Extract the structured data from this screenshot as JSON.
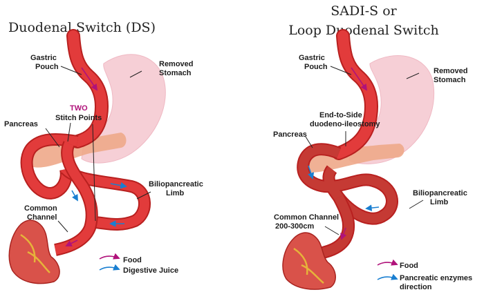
{
  "colors": {
    "intestine": "#e23b3b",
    "intestine_dark": "#b8201f",
    "removed_stomach": "#f6cfd6",
    "pancreas": "#eea889",
    "colon": "#d9524a",
    "food_arrow": "#b0127a",
    "juice_arrow": "#1a7fd1"
  },
  "left": {
    "title": "Duodenal Switch (DS)",
    "gastric_pouch": [
      "Gastric",
      "Pouch"
    ],
    "removed_stomach": [
      "Removed",
      "Stomach"
    ],
    "two": "TWO",
    "stitch_points": "Stitch Points",
    "pancreas": "Pancreas",
    "biliopancreatic_limb": [
      "Biliopancreatic",
      "Limb"
    ],
    "common_channel": [
      "Common",
      "Channel"
    ],
    "legend": {
      "food": "Food",
      "juice": "Digestive Juice"
    }
  },
  "right": {
    "title": [
      "SADI-S or",
      "Loop Duodenal Switch"
    ],
    "gastric_pouch": [
      "Gastric",
      "Pouch"
    ],
    "removed_stomach": [
      "Removed",
      "Stomach"
    ],
    "end_to_side": [
      "End-to-Side",
      "duodeno-ileostomy"
    ],
    "pancreas": "Pancreas",
    "biliopancreatic_limb": [
      "Biliopancreatic",
      "Limb"
    ],
    "common_channel": [
      "Common Channel",
      "200-300cm"
    ],
    "legend": {
      "food": "Food",
      "enzymes": [
        "Pancreatic enzymes",
        "direction"
      ]
    }
  }
}
